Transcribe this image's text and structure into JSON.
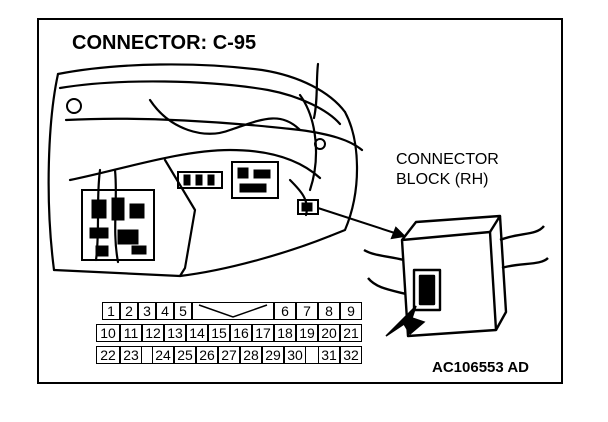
{
  "title": "CONNECTOR: C-95",
  "connector_label": [
    "CONNECTOR",
    "BLOCK (RH)"
  ],
  "figure_id": "AC106553 AD",
  "pin_rows": [
    [
      "1",
      "2",
      "3",
      "4",
      "5",
      "",
      "6",
      "7",
      "8",
      "9"
    ],
    [
      "10",
      "11",
      "12",
      "13",
      "14",
      "15",
      "16",
      "17",
      "18",
      "19",
      "20",
      "21"
    ],
    [
      "22",
      "23",
      "",
      "24",
      "25",
      "26",
      "27",
      "28",
      "29",
      "30",
      "",
      "31",
      "32"
    ]
  ]
}
